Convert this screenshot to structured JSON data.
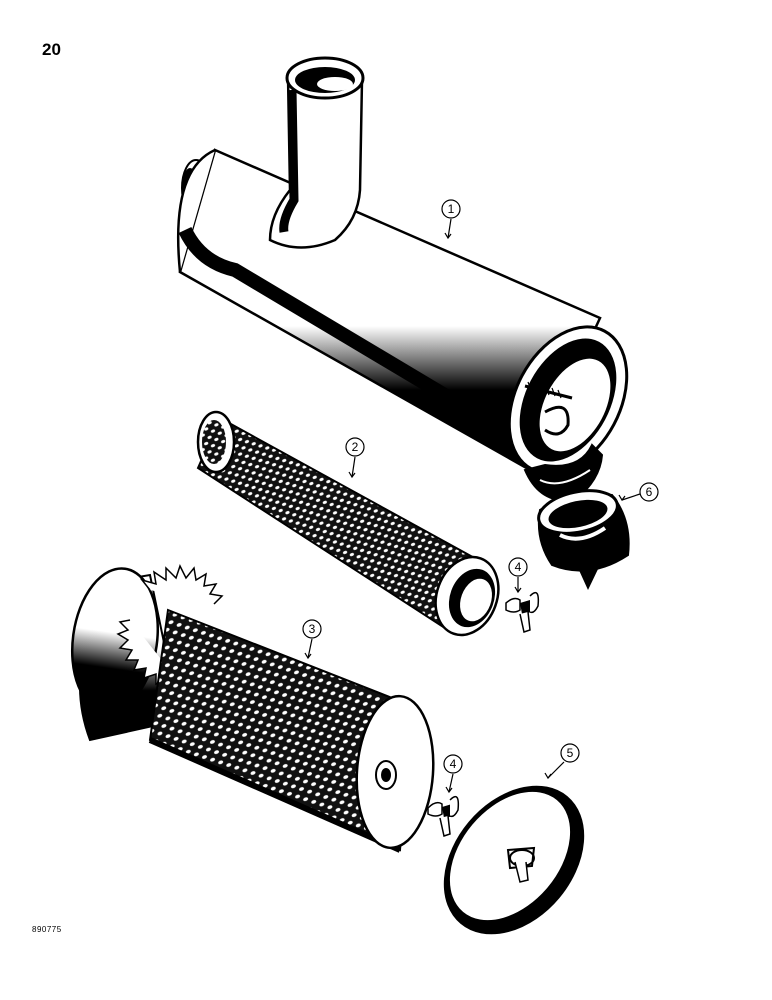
{
  "page_number": "20",
  "drawing_code": "890775",
  "callouts": [
    {
      "id": "air-cleaner-housing",
      "label": "1"
    },
    {
      "id": "inner-filter-element",
      "label": "2"
    },
    {
      "id": "outer-filter-element",
      "label": "3"
    },
    {
      "id": "wing-nut-upper",
      "label": "4"
    },
    {
      "id": "wing-nut-lower",
      "label": "4"
    },
    {
      "id": "end-cover",
      "label": "5"
    },
    {
      "id": "dust-valve",
      "label": "6"
    }
  ]
}
